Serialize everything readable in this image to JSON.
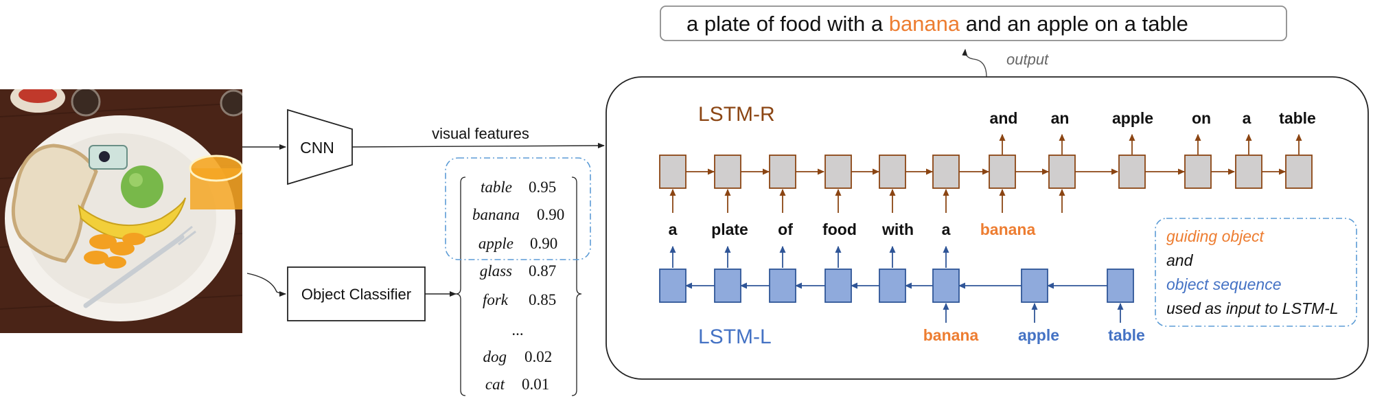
{
  "caption": {
    "before": "a plate of food with a ",
    "highlight": "banana",
    "after": " and an apple on a table"
  },
  "output_label": "output",
  "cnn_label": "CNN",
  "visual_features_label": "visual features",
  "object_classifier_label": "Object Classifier",
  "detections": [
    {
      "label": "table",
      "score": "0.95"
    },
    {
      "label": "banana",
      "score": "0.90"
    },
    {
      "label": "apple",
      "score": "0.90"
    },
    {
      "label": "glass",
      "score": "0.87"
    },
    {
      "label": "fork",
      "score": "0.85"
    },
    {
      "ellipsis": "..."
    },
    {
      "label": "dog",
      "score": "0.02"
    },
    {
      "label": "cat",
      "score": "0.01"
    }
  ],
  "lstm_r": {
    "title": "LSTM-R",
    "outputs": [
      "and",
      "an",
      "apple",
      "on",
      "a",
      "table"
    ]
  },
  "middle_words": [
    "a",
    "plate",
    "of",
    "food",
    "with",
    "a",
    "banana"
  ],
  "lstm_l": {
    "title": "LSTM-L",
    "inputs": [
      "banana",
      "apple",
      "table"
    ]
  },
  "legend": {
    "line1": "guiding object",
    "line2": "and",
    "line3": "object sequence",
    "line4": "used as input to LSTM-L"
  },
  "colors": {
    "orange": "#ed7d31",
    "blue": "#4472c4",
    "brown": "#8b4513",
    "cell_gray": "#d0cece",
    "cell_blue": "#8faadc",
    "dash_blue": "#5b9bd5"
  },
  "photo": {
    "description_icon": "food-plate-photo"
  }
}
